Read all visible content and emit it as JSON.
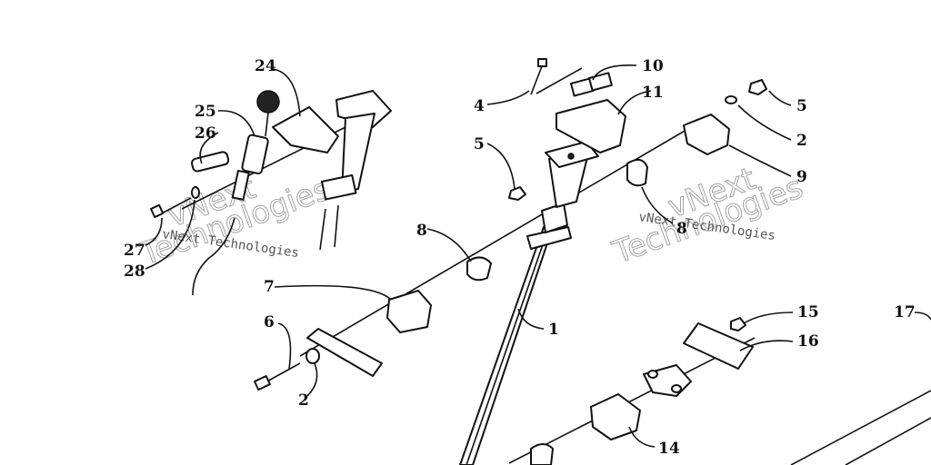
{
  "diagram": {
    "callouts": [
      "1",
      "2",
      "2",
      "4",
      "5",
      "5",
      "6",
      "7",
      "8",
      "8",
      "9",
      "10",
      "11",
      "14",
      "15",
      "16",
      "17",
      "24",
      "25",
      "26",
      "27",
      "28"
    ],
    "watermarks": [
      "vNext Technologies",
      "vNext Technologies"
    ],
    "watermark_outline": [
      "vNext",
      "Technologies",
      "vNext",
      "Technologies"
    ]
  }
}
